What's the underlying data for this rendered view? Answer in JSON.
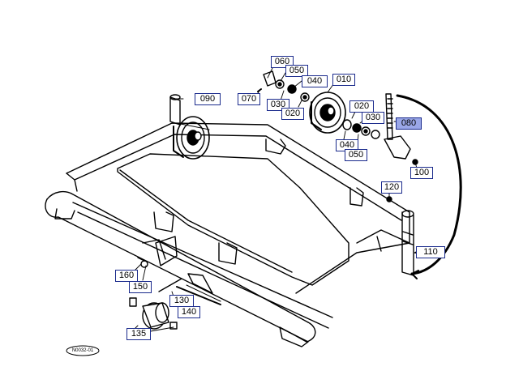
{
  "diagram": {
    "code": "N0032-01",
    "selected_part": "080",
    "colors": {
      "line": "#000000",
      "label_border": "#1a2a8c",
      "selected_fill": "#9aa7e8"
    }
  },
  "labels": [
    {
      "id": "060",
      "text": "060"
    },
    {
      "id": "050a",
      "text": "050"
    },
    {
      "id": "040a",
      "text": "040"
    },
    {
      "id": "010",
      "text": "010"
    },
    {
      "id": "070",
      "text": "070"
    },
    {
      "id": "030a",
      "text": "030"
    },
    {
      "id": "020a",
      "text": "020"
    },
    {
      "id": "090",
      "text": "090"
    },
    {
      "id": "020b",
      "text": "020"
    },
    {
      "id": "080",
      "text": "080"
    },
    {
      "id": "030b",
      "text": "030"
    },
    {
      "id": "040b",
      "text": "040"
    },
    {
      "id": "050b",
      "text": "050"
    },
    {
      "id": "100",
      "text": "100"
    },
    {
      "id": "120",
      "text": "120"
    },
    {
      "id": "110",
      "text": "110"
    },
    {
      "id": "160",
      "text": "160"
    },
    {
      "id": "150",
      "text": "150"
    },
    {
      "id": "130",
      "text": "130"
    },
    {
      "id": "140",
      "text": "140"
    },
    {
      "id": "135",
      "text": "135"
    }
  ]
}
